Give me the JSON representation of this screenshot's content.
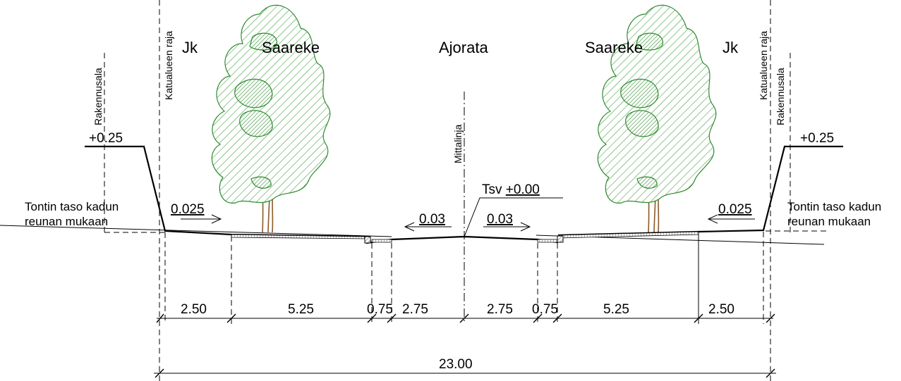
{
  "zones": {
    "jk_left": "Jk",
    "saareke_left": "Saareke",
    "ajorata": "Ajorata",
    "saareke_right": "Saareke",
    "jk_right": "Jk"
  },
  "vertical_labels": {
    "katualueen_raja_left": "Katualueen raja",
    "rakennusala_left": "Rakennusala",
    "mittalinja": "Mittalinja",
    "katualueen_raja_right": "Katualueen raja",
    "rakennusala_right": "Rakennusala"
  },
  "elevations": {
    "left": "+0.25",
    "right": "+0.25",
    "center_prefix": "Tsv ",
    "center_value": "+0.00"
  },
  "plot_level_note": {
    "left_line1": "Tontin taso kadun",
    "left_line2": "reunan mukaan",
    "right_line1": "Tontin taso kadun",
    "right_line2": "reunan mukaan"
  },
  "slopes": {
    "left_walkway": "0.025",
    "left_lane": "0.03",
    "right_lane": "0.03",
    "right_walkway": "0.025"
  },
  "dimensions": {
    "segments": [
      "2.50",
      "5.25",
      "0.75",
      "2.75",
      "2.75",
      "0.75",
      "5.25",
      "2.50"
    ],
    "total": "23.00"
  },
  "colors": {
    "tree_foliage": "#2e8b2e",
    "tree_trunk": "#8b5a2b",
    "lines": "#000000"
  },
  "icons": {
    "tree": "deciduous-tree-icon",
    "slope_arrow": "arrow-icon"
  }
}
